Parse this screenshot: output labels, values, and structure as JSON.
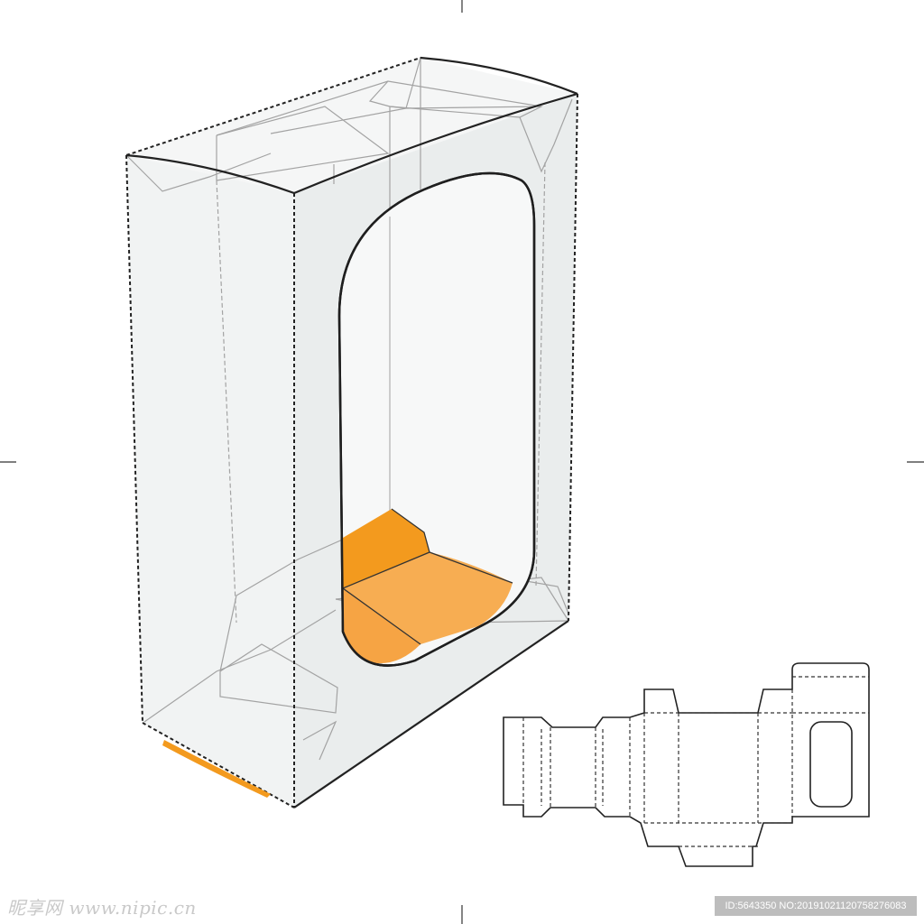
{
  "colors": {
    "background": "#ffffff",
    "box_fill": "#eef0f0",
    "box_fill_dark": "#e4e7e7",
    "outline": "#2a2a2a",
    "hidden_lines": "#9a9a9a",
    "tray_dark": "#f39a1e",
    "tray_light": "#f7ad52",
    "watermark_bg": "#bdbdbd"
  },
  "illustration": {
    "subject": "folding carton box with rounded display window and orange tray, plus flat die-cut dieline",
    "window_shape": "rounded-rectangle",
    "dieline_window_shape": "rounded-rectangle"
  },
  "watermarks": {
    "left_text": "昵享网 www.nipic.cn",
    "right_text": "ID:5643350 NO:20191021120758276083"
  }
}
